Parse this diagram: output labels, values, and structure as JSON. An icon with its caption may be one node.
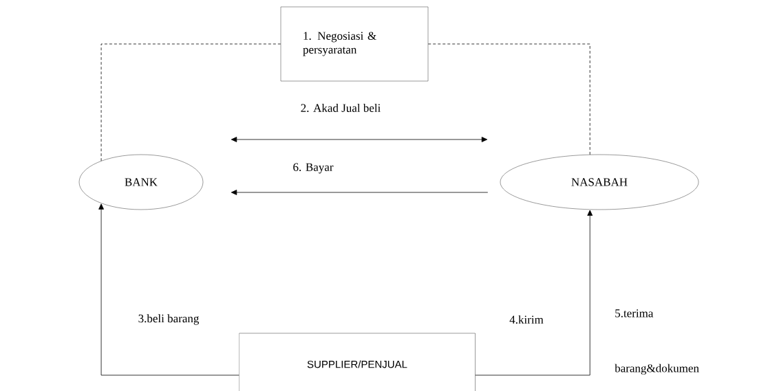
{
  "diagram": {
    "nodes": [
      {
        "text": [
          "BANK"
        ]
      },
      {
        "text": [
          "1. Negosiasi & persyaratan"
        ]
      },
      {
        "text": [
          "NASABAH"
        ]
      },
      {
        "text": [
          "SUPPLIER/PENJUAL"
        ]
      }
    ],
    "edges": [
      {
        "from": 0,
        "to": 1,
        "arrow": "none",
        "style": "dashed"
      },
      {
        "from": 1,
        "to": 2,
        "arrow": "none",
        "style": "dashed"
      },
      {
        "from": 0,
        "to": 2,
        "arrow": "both",
        "label": "2. Akad Jual beli"
      },
      {
        "from": 2,
        "to": 0,
        "arrow": "to",
        "label": "6. Bayar"
      },
      {
        "from": 3,
        "to": 0,
        "arrow": "to",
        "label": "3.beli barang"
      },
      {
        "from": 3,
        "to": 2,
        "arrow": "to",
        "label": "4.kirim"
      }
    ],
    "labels": [
      "5.terima barang&dokumen"
    ]
  }
}
